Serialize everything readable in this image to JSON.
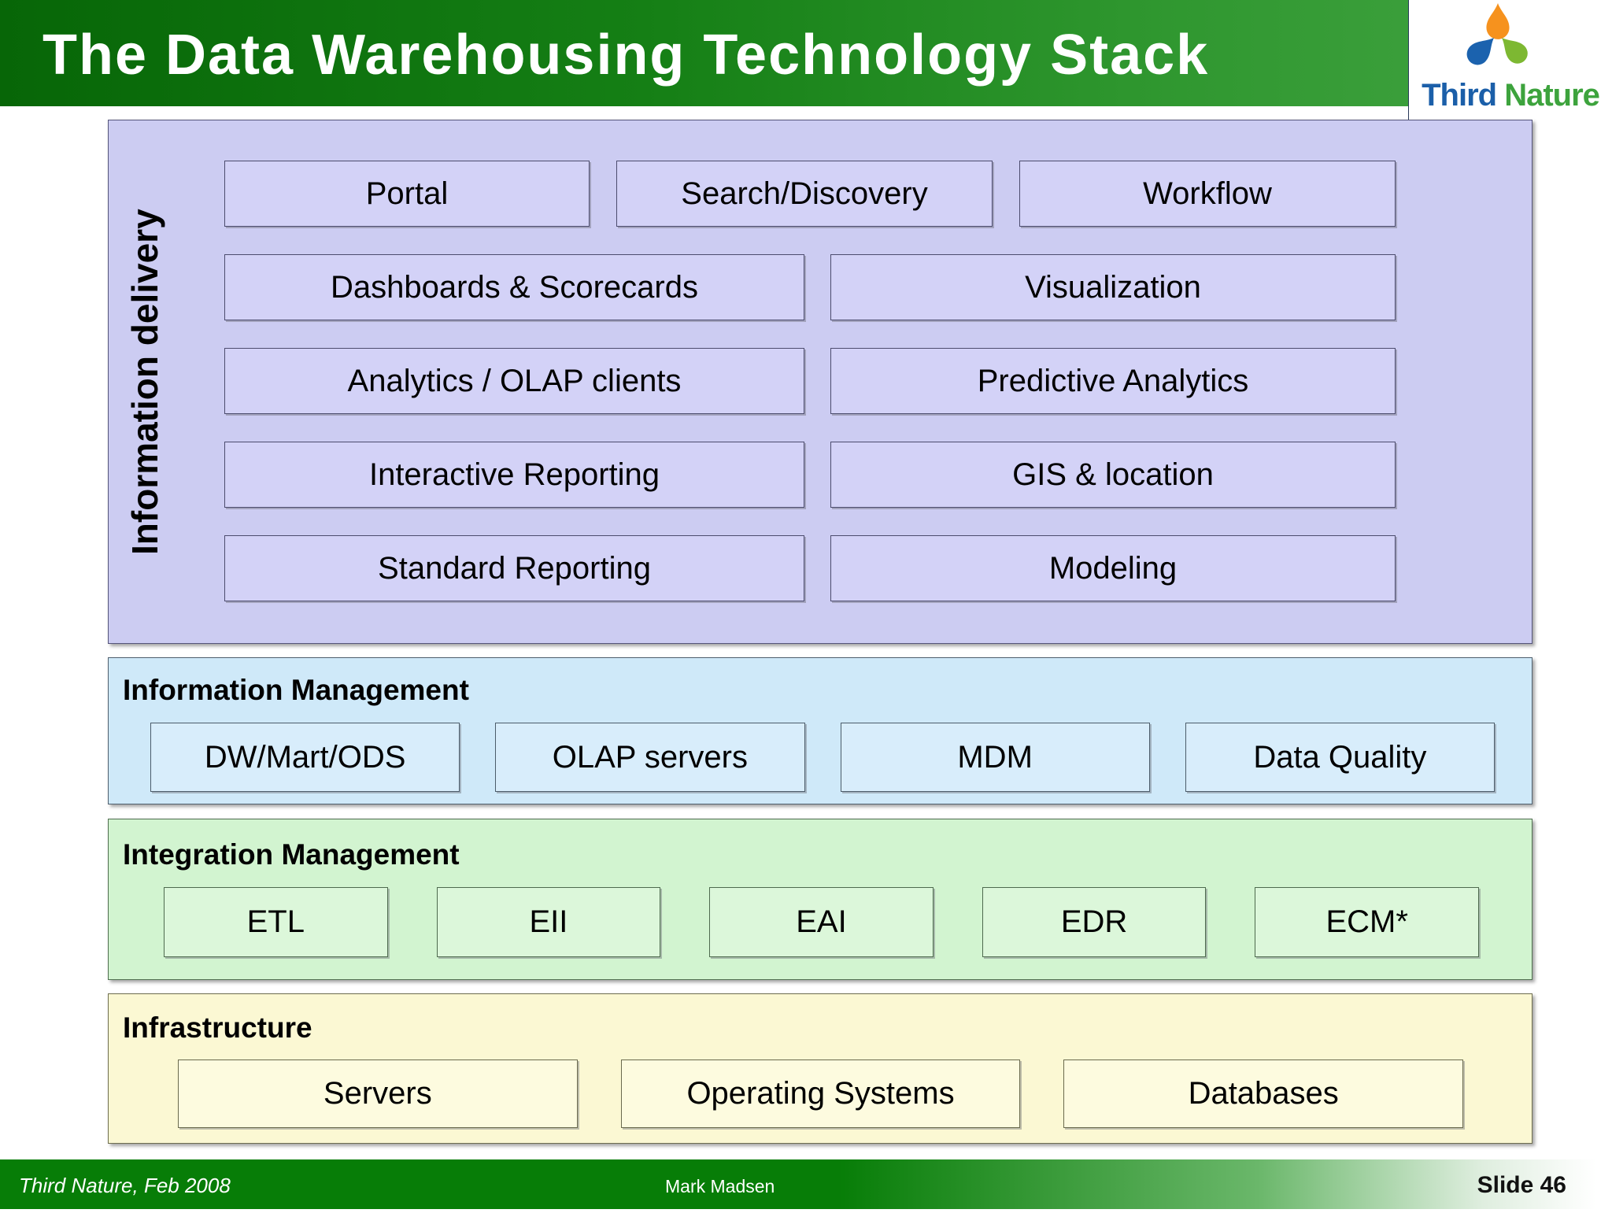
{
  "header": {
    "title": "The Data Warehousing Technology Stack",
    "logo": {
      "word1": "Third",
      "word2": "Nature"
    }
  },
  "stack": {
    "information_delivery": {
      "label": "Information delivery",
      "row1": [
        "Portal",
        "Search/Discovery",
        "Workflow"
      ],
      "left": [
        "Dashboards & Scorecards",
        "Analytics / OLAP clients",
        "Interactive Reporting",
        "Standard Reporting"
      ],
      "right": [
        "Visualization",
        "Predictive Analytics",
        "GIS & location",
        "Modeling"
      ]
    },
    "information_management": {
      "title": "Information Management",
      "boxes": [
        "DW/Mart/ODS",
        "OLAP servers",
        "MDM",
        "Data Quality"
      ]
    },
    "integration_management": {
      "title": "Integration Management",
      "boxes": [
        "ETL",
        "EII",
        "EAI",
        "EDR",
        "ECM*"
      ]
    },
    "infrastructure": {
      "title": "Infrastructure",
      "boxes": [
        "Servers",
        "Operating Systems",
        "Databases"
      ]
    }
  },
  "footer": {
    "left": "Third Nature, Feb 2008",
    "center": "Mark Madsen",
    "right": "Slide 46"
  },
  "colors": {
    "header_green_dark": "#076607",
    "header_green_light": "#43a543",
    "footer_green": "#077d07",
    "delivery_bg": "#ccccf2",
    "information_management_bg": "#cfe9f9",
    "integration_management_bg": "#d2f4d0",
    "infrastructure_bg": "#fbf8d3",
    "logo_orange": "#f6921e",
    "logo_blue": "#1b62ae",
    "logo_leaf_green": "#7db832",
    "logo_text_blue": "#1b5fa9",
    "logo_text_green": "#3da33d"
  }
}
